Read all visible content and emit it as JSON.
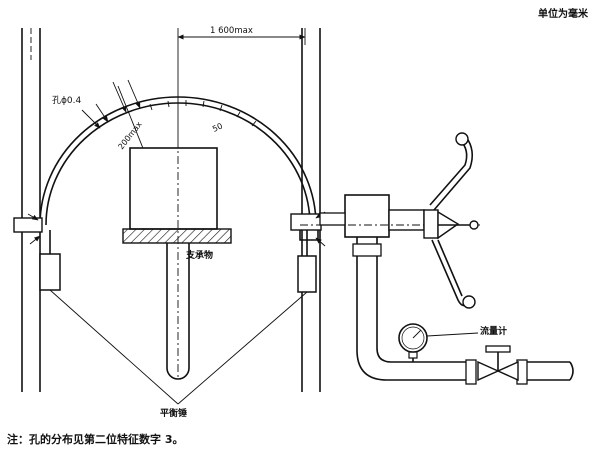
{
  "unit_note": "单位为毫米",
  "labels": {
    "spacing": "1 600max",
    "hole": "孔ϕ0.4",
    "radius": "200max",
    "angle": "50",
    "support": "支承物",
    "flowmeter": "流量计",
    "counterweight": "平衡锤"
  },
  "note": "注：孔的分布见第二位特征数字 3。"
}
